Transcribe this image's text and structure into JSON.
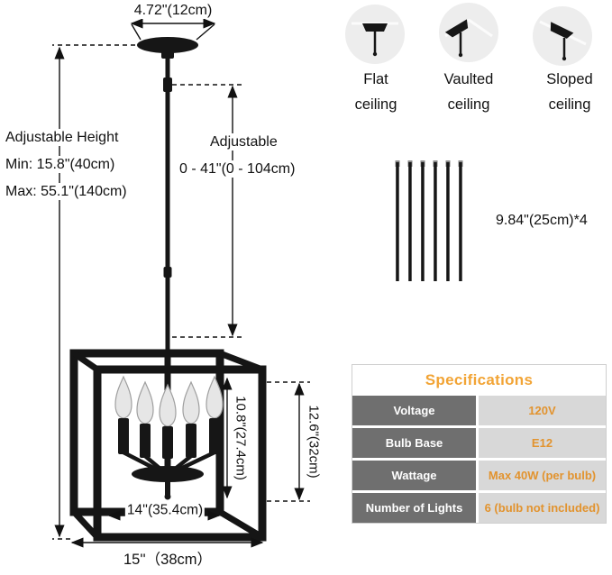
{
  "dimensions": {
    "canopy_width": "4.72\"(12cm)",
    "adjustable_height_title": "Adjustable Height",
    "adjustable_height_min": "Min: 15.8\"(40cm)",
    "adjustable_height_max": "Max: 55.1\"(140cm)",
    "rod_adjustable_label": "Adjustable",
    "rod_adjustable_range": "0 - 41\"(0 - 104cm)",
    "rods_length": "9.84\"(25cm)*4",
    "inner_height": "10.8\"(27.4cm)",
    "overall_height": "12.6\"(32cm)",
    "inner_width": "14''(35.4cm)",
    "overall_width": "15''（38cm）"
  },
  "ceiling_types": [
    {
      "line1": "Flat",
      "line2": "ceiling"
    },
    {
      "line1": "Vaulted",
      "line2": "ceiling"
    },
    {
      "line1": "Sloped",
      "line2": "ceiling"
    }
  ],
  "specifications": {
    "title": "Specifications",
    "rows": [
      {
        "label": "Voltage",
        "value": "120V"
      },
      {
        "label": "Bulb Base",
        "value": "E12"
      },
      {
        "label": "Wattage",
        "value": "Max 40W (per bulb)"
      },
      {
        "label": "Number of Lights",
        "value": "6 (bulb not included)"
      }
    ]
  },
  "colors": {
    "accent_orange": "#E89A33",
    "spec_label_bg": "#6F6F6F",
    "spec_value_bg": "#D8D8D8",
    "fixture_black": "#161616"
  }
}
